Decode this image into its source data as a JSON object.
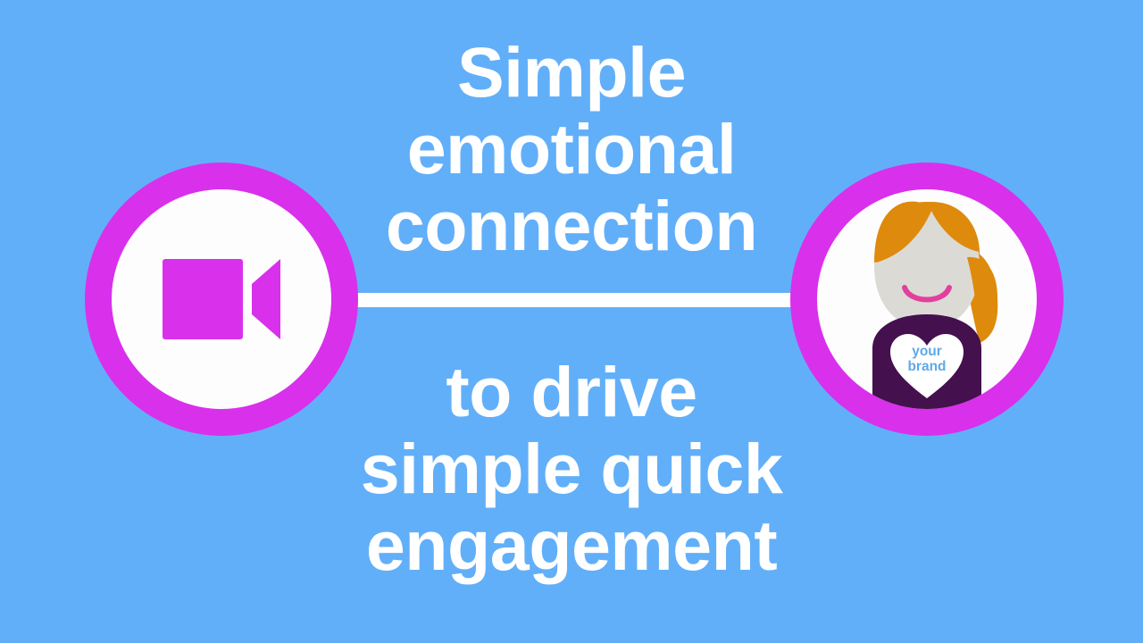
{
  "slide": {
    "background_color": "#62aff9",
    "accent_color": "#d930ec",
    "text_color": "#ffffff"
  },
  "connector": {
    "name": "connector-line",
    "color": "#ffffff"
  },
  "left_node": {
    "ring_color": "#d930ec",
    "fill_color": "#fdfdfd",
    "icon": "video-camera-icon",
    "icon_color": "#d930ec"
  },
  "right_node": {
    "ring_color": "#d930ec",
    "fill_color": "#fdfdfd",
    "icon": "person-avatar-icon",
    "hair_color": "#de8a0c",
    "skin_color": "#dcdad4",
    "shirt_color": "#44104d",
    "smile_color": "#e23f9e",
    "heart_color": "#ffffff",
    "heart_text_color": "#5fa9e8",
    "heart_text_line1": "your",
    "heart_text_line2": "brand"
  },
  "headline_top": {
    "lines": [
      "Simple",
      "emotional",
      "connection"
    ]
  },
  "headline_bottom": {
    "lines": [
      "to drive",
      "simple quick",
      "engagement"
    ]
  }
}
